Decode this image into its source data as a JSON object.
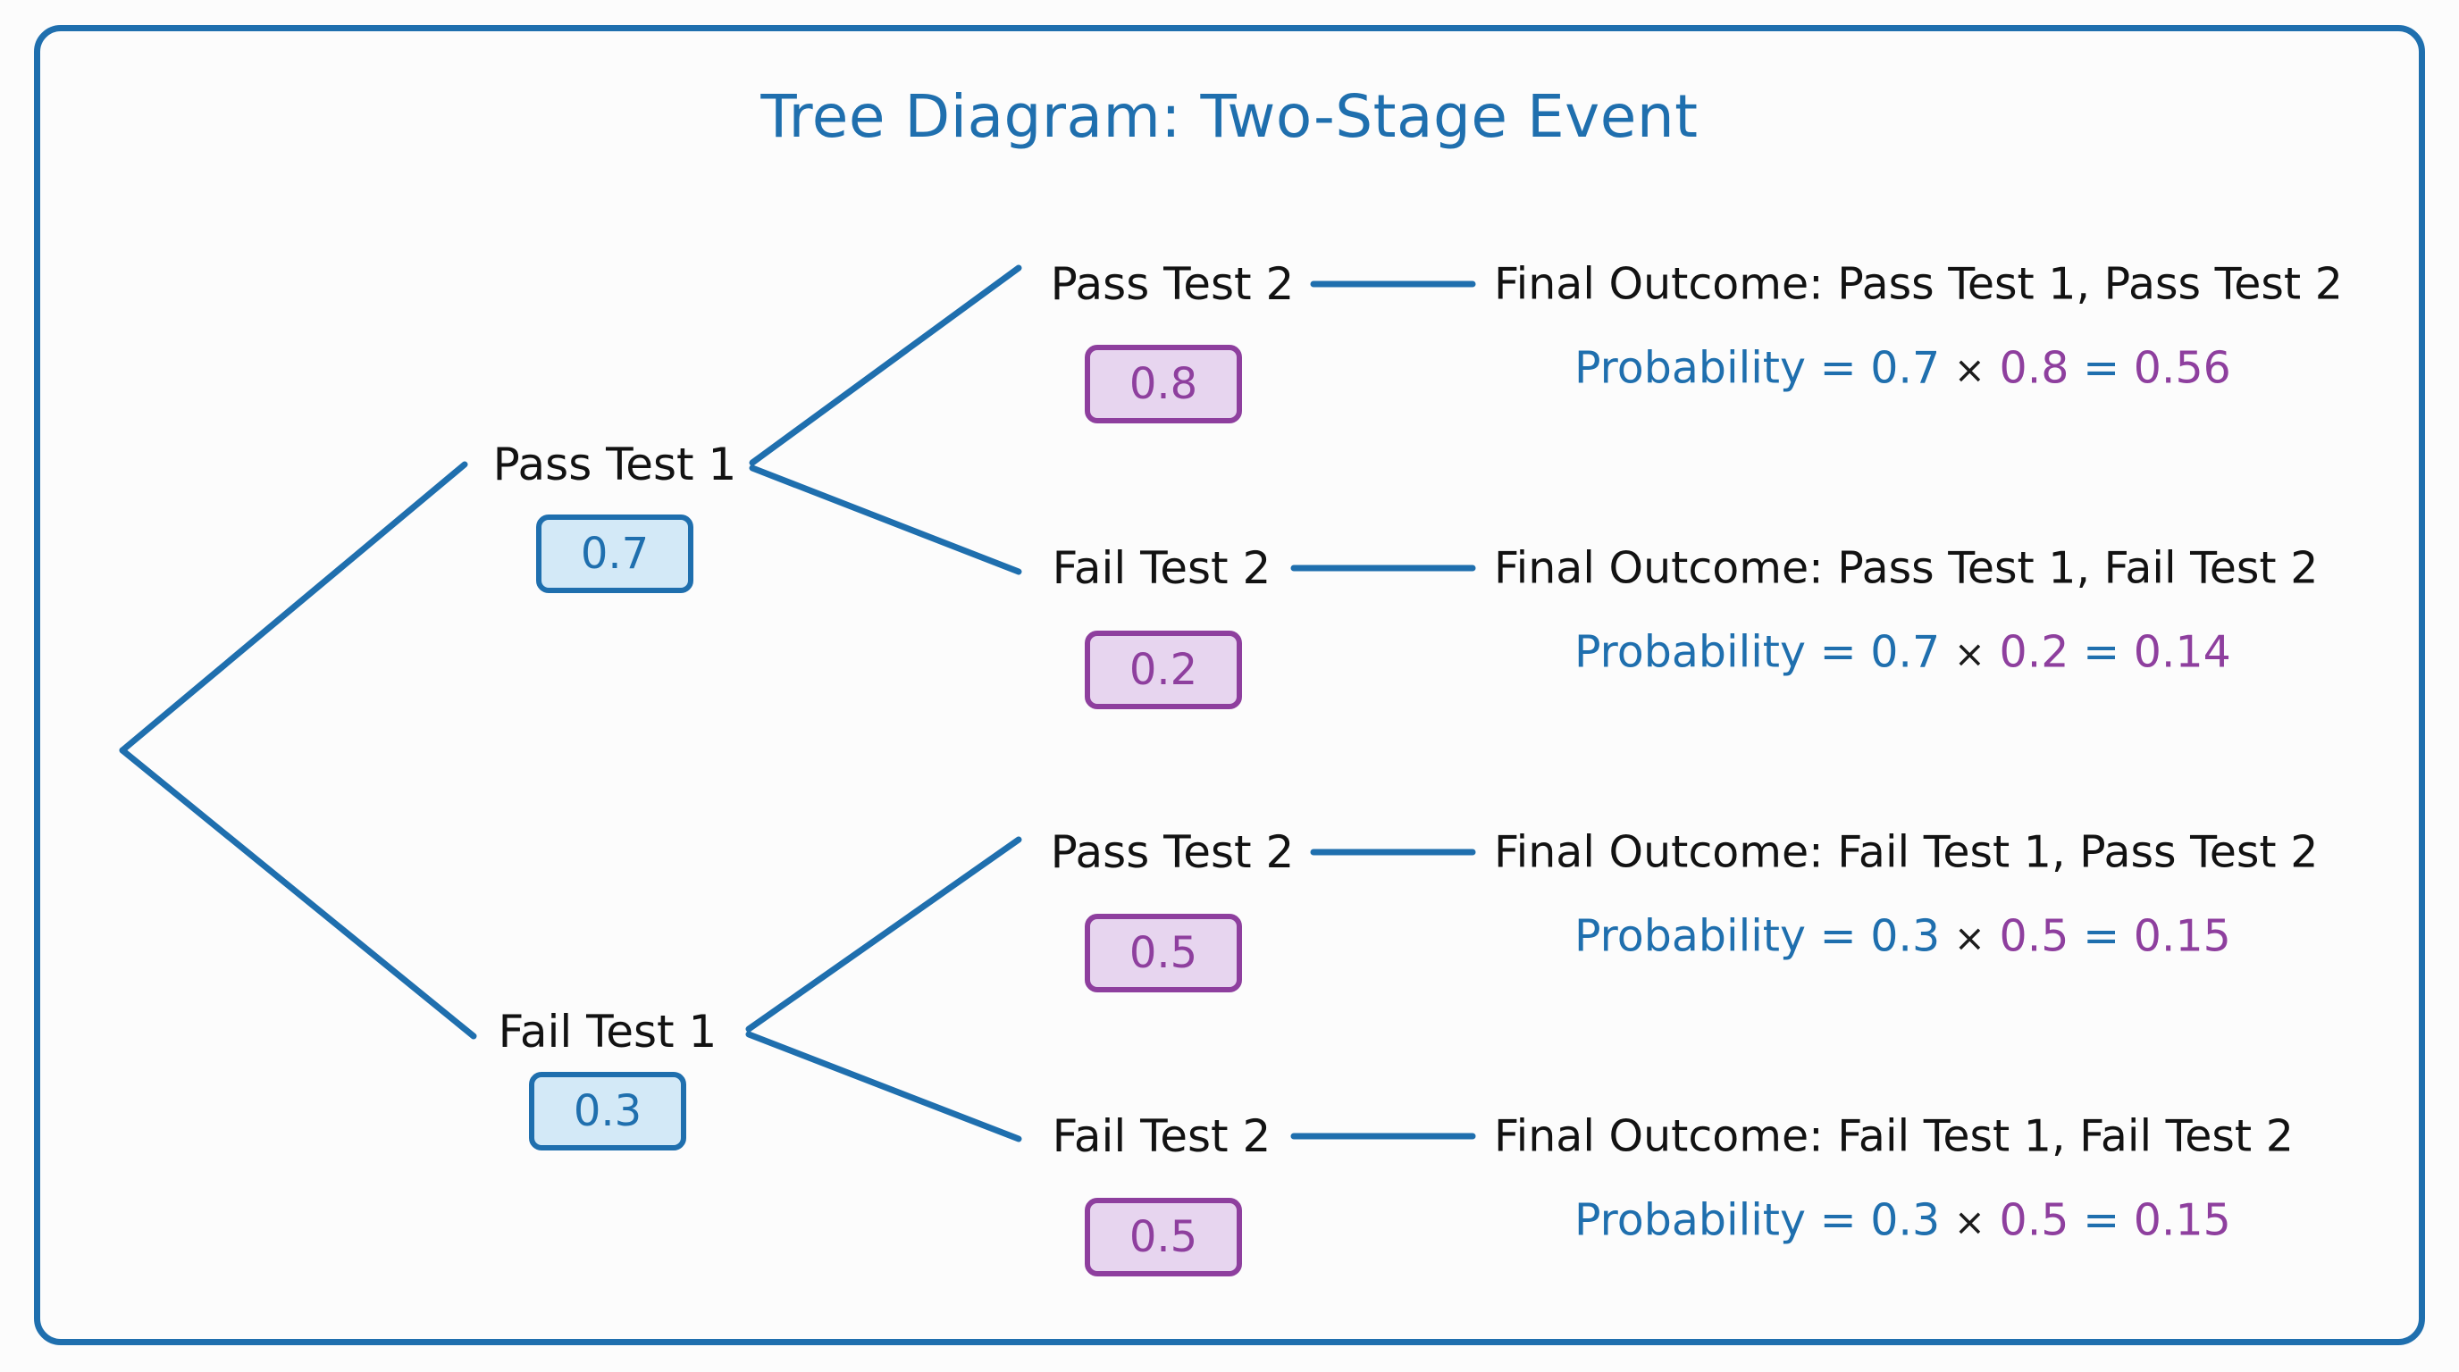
{
  "title": "Tree Diagram: Two-Stage Event",
  "theme": {
    "frame_border": "#1f6fae",
    "background": "#fcfcfc",
    "edge_color": "#1f6fae",
    "stage1_accent": "#1f6fae",
    "stage1_fill": "#d3e9f7",
    "stage2_accent": "#8e3f9e",
    "stage2_fill": "#e7d5ef",
    "text_color": "#121212"
  },
  "chart_data": {
    "type": "diagram",
    "diagram_type": "probability-tree",
    "title": "Tree Diagram: Two-Stage Event",
    "stages": 2,
    "branches": [
      {
        "stage1_label": "Pass Test 1",
        "stage1_probability": "0.7",
        "stage2_label": "Pass Test 2",
        "stage2_probability": "0.8",
        "outcome": "Final Outcome: Pass Test 1, Pass Test 2",
        "joint_probability": "0.56"
      },
      {
        "stage1_label": "Pass Test 1",
        "stage1_probability": "0.7",
        "stage2_label": "Fail Test 2",
        "stage2_probability": "0.2",
        "outcome": "Final Outcome: Pass Test 1, Fail Test 2",
        "joint_probability": "0.14"
      },
      {
        "stage1_label": "Fail Test 1",
        "stage1_probability": "0.3",
        "stage2_label": "Pass Test 2",
        "stage2_probability": "0.5",
        "outcome": "Final Outcome: Fail Test 1, Pass Test 2",
        "joint_probability": "0.15"
      },
      {
        "stage1_label": "Fail Test 1",
        "stage1_probability": "0.3",
        "stage2_label": "Fail Test 2",
        "stage2_probability": "0.5",
        "outcome": "Final Outcome: Fail Test 1, Fail Test 2",
        "joint_probability": "0.15"
      }
    ]
  },
  "nodes": {
    "stage1": [
      {
        "label": "Pass Test 1",
        "probability": "0.7"
      },
      {
        "label": "Fail Test 1",
        "probability": "0.3"
      }
    ],
    "stage2": [
      {
        "label": "Pass Test 2",
        "probability": "0.8"
      },
      {
        "label": "Fail Test 2",
        "probability": "0.2"
      },
      {
        "label": "Pass Test 2",
        "probability": "0.5"
      },
      {
        "label": "Fail Test 2",
        "probability": "0.5"
      }
    ]
  },
  "rows": [
    {
      "outcome": "Final Outcome: Pass Test 1, Pass Test 2",
      "prob_word": "Probability",
      "eq1": "=",
      "p1": "0.7",
      "times": "×",
      "p2": "0.8",
      "eq2": "=",
      "result": "0.56"
    },
    {
      "outcome": "Final Outcome: Pass Test 1, Fail Test 2",
      "prob_word": "Probability",
      "eq1": "=",
      "p1": "0.7",
      "times": "×",
      "p2": "0.2",
      "eq2": "=",
      "result": "0.14"
    },
    {
      "outcome": "Final Outcome: Fail Test 1, Pass Test 2",
      "prob_word": "Probability",
      "eq1": "=",
      "p1": "0.3",
      "times": "×",
      "p2": "0.5",
      "eq2": "=",
      "result": "0.15"
    },
    {
      "outcome": "Final Outcome: Fail Test 1, Fail Test 2",
      "prob_word": "Probability",
      "eq1": "=",
      "p1": "0.3",
      "times": "×",
      "p2": "0.5",
      "eq2": "=",
      "result": "0.15"
    }
  ]
}
